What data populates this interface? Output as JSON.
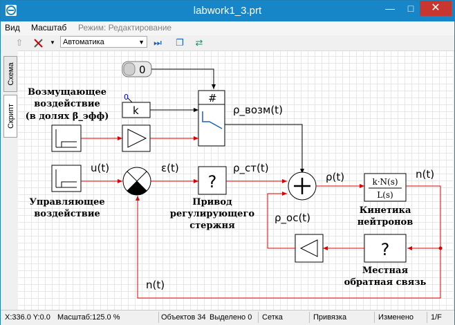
{
  "window": {
    "title": "labwork1_3.prt",
    "minimize": "—",
    "maximize": "□",
    "close": "✕"
  },
  "menu": {
    "view": "Вид",
    "scale": "Масштаб",
    "mode_label": "Режим: Редактирование"
  },
  "toolbar": {
    "mode_value": "Автоматика"
  },
  "side_tabs": {
    "scheme": "Схема",
    "script": "Скрипт"
  },
  "diagram": {
    "switch_value": "0",
    "gain_k_small": "0",
    "gain_k": "k",
    "lookup_header": "#",
    "disturbance_label": [
      "Возмущающее",
      "воздействие",
      "(в долях β_эфф)"
    ],
    "control_label": [
      "Управляющее",
      "воздействие"
    ],
    "signal_u": "u(t)",
    "signal_eps": "ε(t)",
    "signal_rho_st": "ρ_ст(t)",
    "signal_rho_vozm": "ρ_возм(t)",
    "signal_rho": "ρ(t)",
    "signal_n_out": "n(t)",
    "signal_rho_oc": "ρ_ос(t)",
    "signal_n_feedback": "n(t)",
    "unknown_block": "?",
    "actuator_label": [
      "Привод",
      "регулирующего",
      "стержня"
    ],
    "kinetics_num": "k·N(s)",
    "kinetics_den": "L(s)",
    "kinetics_label": [
      "Кинетика",
      "нейтронов"
    ],
    "feedback_label": [
      "Местная",
      "обратная связь"
    ],
    "colors": {
      "signal": "#e00000",
      "wire": "#000000",
      "grid": "#e6e6e6"
    }
  },
  "status": {
    "coords": "X:336.0  Y:0.0",
    "scale": "Масштаб:125.0 %",
    "objects": "Объектов 34",
    "selected": "Выделено 0",
    "grid": "Сетка",
    "snap": "Привязка",
    "changed": "Изменено",
    "page": "1/F"
  }
}
